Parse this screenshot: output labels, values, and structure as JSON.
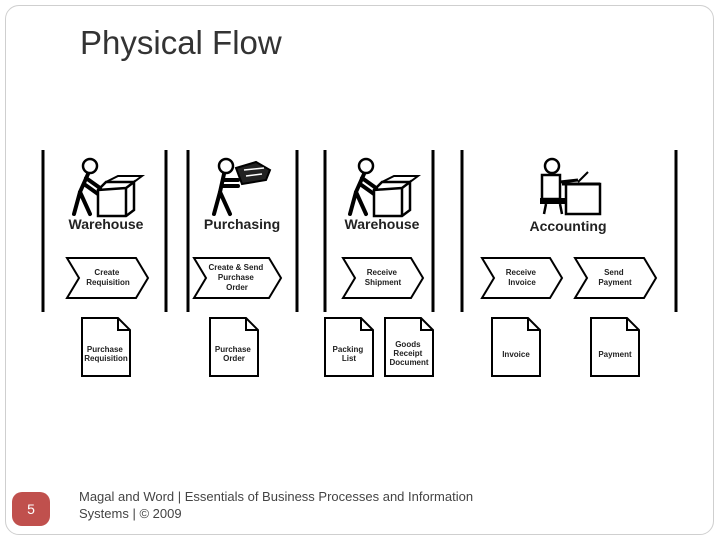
{
  "title": "Physical Flow",
  "footer": {
    "text": "Magal and Word | Essentials of Business Processes and Information Systems | © 2009",
    "page_number": "5"
  },
  "diagram": {
    "roles": [
      {
        "label": "Warehouse",
        "icon": "worker-box-icon"
      },
      {
        "label": "Purchasing",
        "icon": "worker-package-icon"
      },
      {
        "label": "Warehouse",
        "icon": "worker-box-icon"
      },
      {
        "label": "Accounting",
        "icon": "accountant-desk-icon"
      }
    ],
    "steps": [
      {
        "lines": [
          "Create",
          "Requisition"
        ]
      },
      {
        "lines": [
          "Create & Send",
          "Purchase",
          "Order"
        ]
      },
      {
        "lines": [
          "Receive",
          "Shipment"
        ]
      },
      {
        "lines": [
          "Receive",
          "Invoice"
        ]
      },
      {
        "lines": [
          "Send",
          "Payment"
        ]
      }
    ],
    "documents": [
      {
        "lines": [
          "Purchase",
          "Requisition"
        ]
      },
      {
        "lines": [
          "Purchase",
          "Order"
        ]
      },
      {
        "lines": [
          "Packing",
          "List"
        ]
      },
      {
        "lines": [
          "Goods",
          "Receipt",
          "Document"
        ]
      },
      {
        "lines": [
          "Invoice"
        ]
      },
      {
        "lines": [
          "Payment"
        ]
      }
    ]
  }
}
